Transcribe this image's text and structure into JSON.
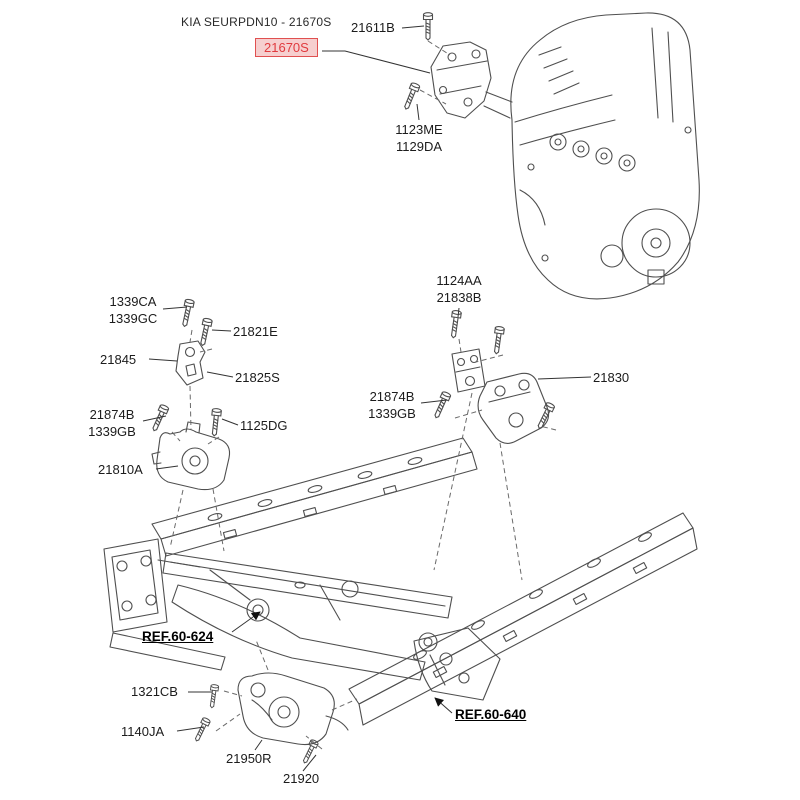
{
  "diagram": {
    "title": "KIA SEURPDN10 - 21670S",
    "highlighted_part": "21670S",
    "highlight_color": "#e03a3e",
    "highlight_bg": "#f6cfcf",
    "line_color": "#4f4f4f",
    "labels": {
      "p21611b": "21611B",
      "p1123me": "1123ME",
      "p1129da": "1129DA",
      "p1339ca": "1339CA",
      "p1339gc": "1339GC",
      "p21821e": "21821E",
      "p21845": "21845",
      "p21825s": "21825S",
      "p21874b_left": "21874B",
      "p1339gb_left": "1339GB",
      "p1125dg": "1125DG",
      "p21810a": "21810A",
      "p1124aa": "1124AA",
      "p21838b": "21838B",
      "p21874b_mid": "21874B",
      "p1339gb_mid": "1339GB",
      "p21830": "21830",
      "ref_60_624": "REF.60-624",
      "p1321cb": "1321CB",
      "p1140ja": "1140JA",
      "p21950r": "21950R",
      "p21920": "21920",
      "ref_60_640": "REF.60-640"
    }
  }
}
